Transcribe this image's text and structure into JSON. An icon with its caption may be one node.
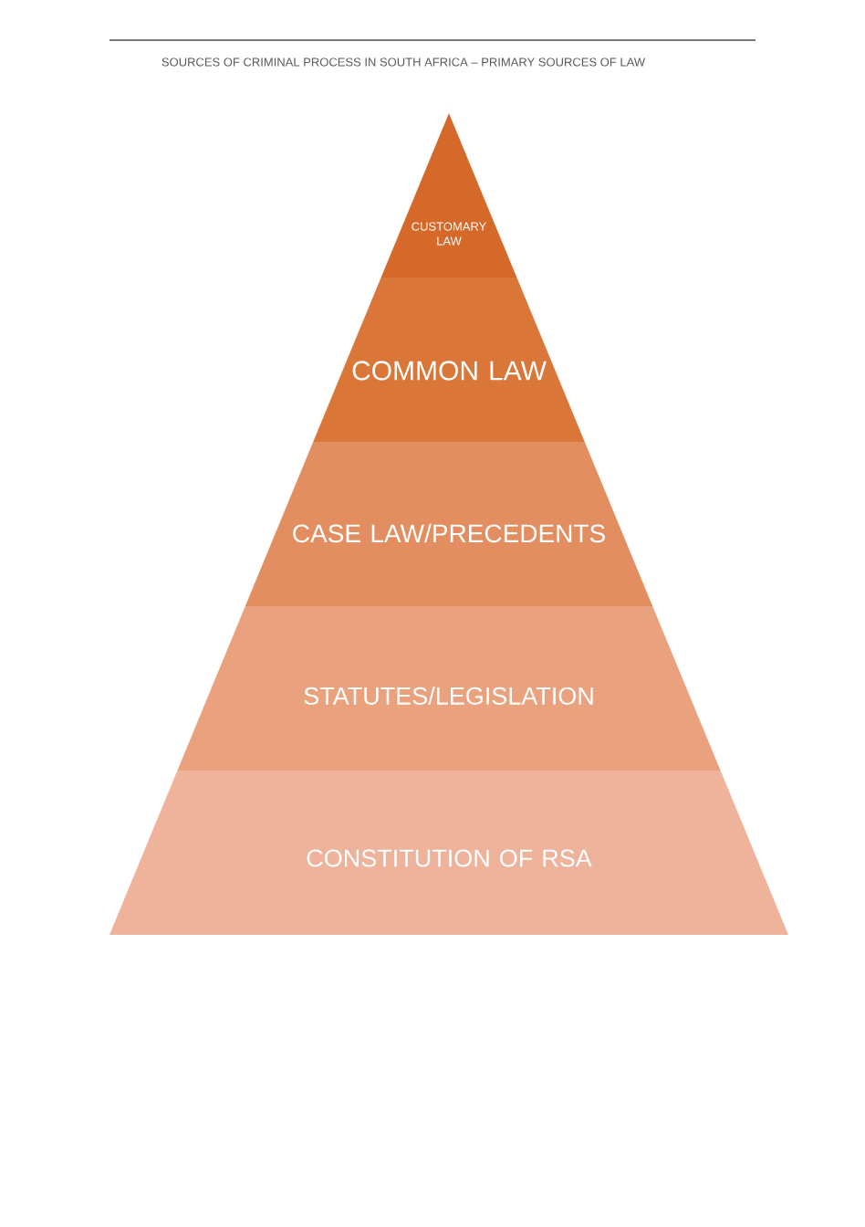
{
  "diagram": {
    "title": "SOURCES OF CRIMINAL PROCESS IN SOUTH AFRICA – PRIMARY SOURCES OF LAW",
    "nodes": [
      {
        "text": [
          "CUSTOMARY LAW"
        ]
      },
      {
        "text": [
          "COMMON LAW"
        ]
      },
      {
        "text": [
          "CASE LAW/PRECEDENTS"
        ]
      },
      {
        "text": [
          "STATUTES/LEGISLATION"
        ]
      },
      {
        "text": [
          "CONSTITUTION OF RSA"
        ]
      }
    ]
  }
}
